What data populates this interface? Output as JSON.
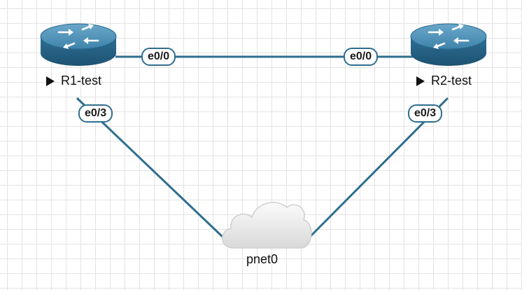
{
  "nodes": {
    "r1": {
      "label": "R1-test",
      "icon": "router-icon"
    },
    "r2": {
      "label": "R2-test",
      "icon": "router-icon"
    },
    "cloud": {
      "label": "pnet0",
      "icon": "cloud-icon"
    }
  },
  "links": {
    "r1_r2": {
      "a_port": "e0/0",
      "b_port": "e0/0"
    },
    "r1_cloud": {
      "a_port": "e0/3"
    },
    "r2_cloud": {
      "a_port": "e0/3"
    }
  },
  "colors": {
    "link": "#2f6e8e",
    "router_top": "#4b8fb5",
    "router_side": "#245c7c"
  }
}
